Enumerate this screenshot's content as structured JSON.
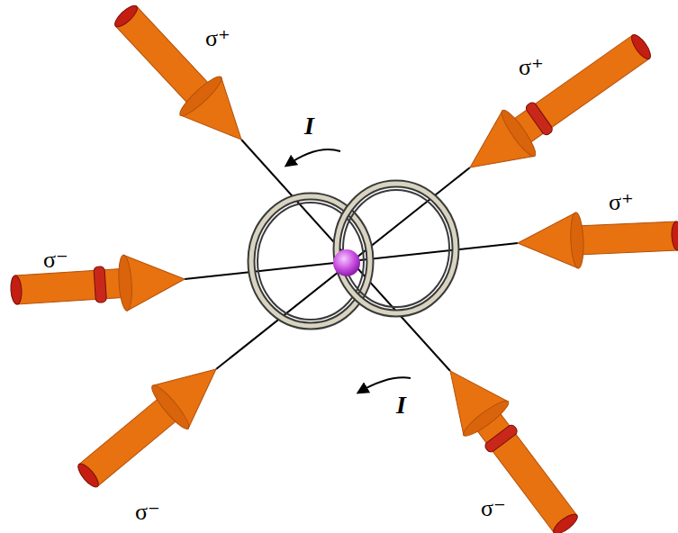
{
  "diagram": {
    "labels": [
      "σ⁺",
      "σ⁺",
      "σ⁺",
      "σ⁻",
      "σ⁻",
      "σ⁻",
      "I",
      "I"
    ]
  }
}
